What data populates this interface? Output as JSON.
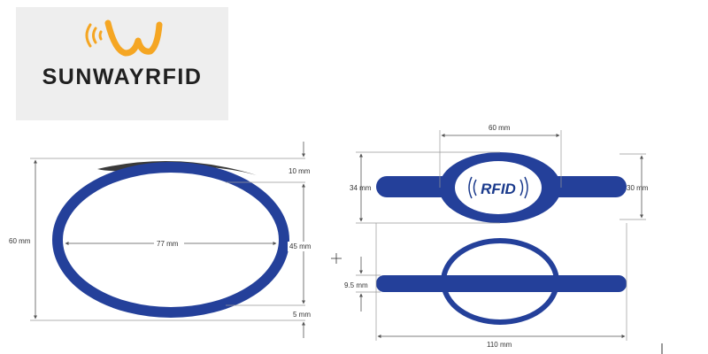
{
  "brand": {
    "name": "SUNWAYRFID",
    "logo_colors": {
      "orange": "#f5a623",
      "text": "#202020"
    }
  },
  "band": {
    "color": "#24409a",
    "label": "RFID"
  },
  "dimensions": {
    "left_height": "60 mm",
    "left_width": "77 mm",
    "left_top": "10 mm",
    "left_inner": "45 mm",
    "left_bottom": "5 mm",
    "right_head_width": "60 mm",
    "right_head_height": "34 mm",
    "right_strap_height": "30 mm",
    "right_thickness": "9.5 mm",
    "right_total_length": "110 mm"
  }
}
